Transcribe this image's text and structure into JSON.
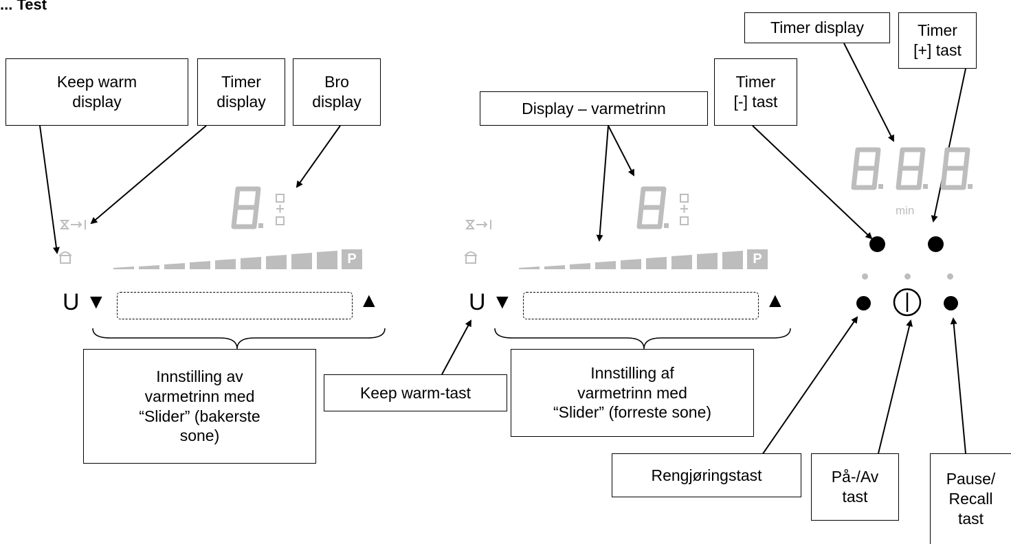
{
  "header": {
    "text": "... Test"
  },
  "colors": {
    "display": "#bdbdbd",
    "ink": "#000000"
  },
  "callouts": {
    "keep_warm_display": "Keep warm\ndisplay",
    "timer_display_left": "Timer\ndisplay",
    "bro_display": "Bro\ndisplay",
    "display_varmetrinn": "Display – varmetrinn",
    "timer_minus": "Timer\n[-] tast",
    "timer_display_right": "Timer display",
    "timer_plus": "Timer\n[+] tast",
    "slider_back": "Innstilling av\nvarmetrinn med\n“Slider” (bakerste\nsone)",
    "keep_warm_key": "Keep warm-tast",
    "slider_front": "Innstilling af\nvarmetrinn med\n“Slider” (forreste sone)",
    "cleaning_key": "Rengjøringstast",
    "power_key": "På-/Av\ntast",
    "pause_recall": "Pause/\nRecall\ntast"
  },
  "panel": {
    "zone_digit": "8.",
    "timer_digits": "8.8.8.",
    "timer_unit": "min",
    "power_level_label": "P",
    "keep_warm_key_label": "U",
    "slider_down": "▼",
    "slider_up": "▲",
    "timer_icon": "hourglass-arrow-icon",
    "keep_warm_icon": "pot-icon",
    "bridge_icon": "bridge-icon",
    "power_icon": "power-icon"
  }
}
